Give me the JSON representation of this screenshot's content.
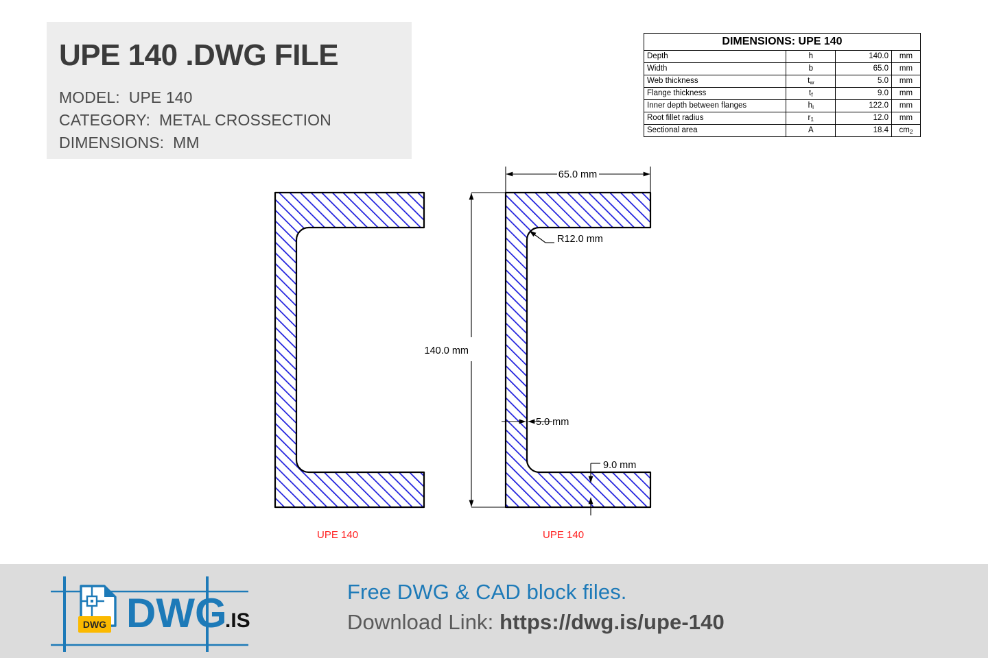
{
  "title_block": {
    "heading": "UPE 140 .DWG FILE",
    "model_label": "MODEL:",
    "model_value": "UPE 140",
    "category_label": "CATEGORY:",
    "category_value": "METAL CROSSECTION",
    "dimensions_label": "DIMENSIONS:",
    "dimensions_value": "MM"
  },
  "dim_table": {
    "caption": "DIMENSIONS: UPE 140",
    "rows": [
      {
        "label": "Depth",
        "symbol": "h",
        "sub": "",
        "value": "140.0",
        "unit": "mm",
        "unit_sub": ""
      },
      {
        "label": "Width",
        "symbol": "b",
        "sub": "",
        "value": "65.0",
        "unit": "mm",
        "unit_sub": ""
      },
      {
        "label": "Web thickness",
        "symbol": "t",
        "sub": "w",
        "value": "5.0",
        "unit": "mm",
        "unit_sub": ""
      },
      {
        "label": "Flange thickness",
        "symbol": "t",
        "sub": "f",
        "value": "9.0",
        "unit": "mm",
        "unit_sub": ""
      },
      {
        "label": "Inner depth between flanges",
        "symbol": "h",
        "sub": "i",
        "value": "122.0",
        "unit": "mm",
        "unit_sub": ""
      },
      {
        "label": "Root fillet radius",
        "symbol": "r",
        "sub": "1",
        "value": "12.0",
        "unit": "mm",
        "unit_sub": ""
      },
      {
        "label": "Sectional area",
        "symbol": "A",
        "sub": "",
        "value": "18.4",
        "unit": "cm",
        "unit_sub": "2"
      }
    ]
  },
  "drawing": {
    "left_view_label": "UPE 140",
    "right_view_label": "UPE 140",
    "annotations": {
      "width": "65.0 mm",
      "depth": "140.0 mm",
      "web_thickness": "5.0 mm",
      "flange_thickness": "9.0 mm",
      "fillet_radius": "R12.0 mm"
    },
    "colors": {
      "hatch": "#1c1cdc",
      "outline": "#000000",
      "label": "#ff2020"
    }
  },
  "footer": {
    "logo_text_main": "DWG",
    "logo_text_suffix": ".IS",
    "logo_badge": "DWG",
    "tagline": "Free DWG & CAD block files.",
    "download_label": "Download Link:",
    "download_url": "https://dwg.is/upe-140",
    "brand_color": "#1d7ab8",
    "badge_color": "#fbb900"
  }
}
